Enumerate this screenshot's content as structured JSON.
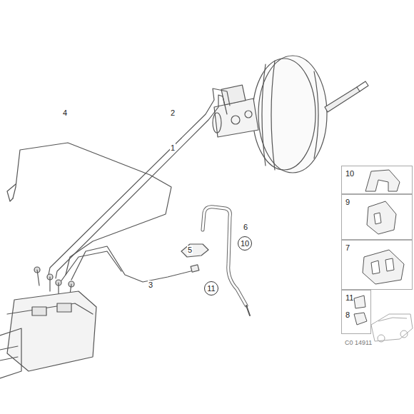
{
  "diagram": {
    "nodes": [
      {
        "text": [
          "10"
        ]
      },
      {
        "text": [
          "11"
        ]
      },
      {
        "text": [
          "10"
        ]
      },
      {
        "text": [
          "9"
        ]
      },
      {
        "text": [
          "7"
        ]
      },
      {
        "text": [
          "11",
          "8"
        ]
      }
    ],
    "labels": [
      "4",
      "2",
      "1",
      "6",
      "5",
      "3",
      "C0 14911"
    ]
  }
}
